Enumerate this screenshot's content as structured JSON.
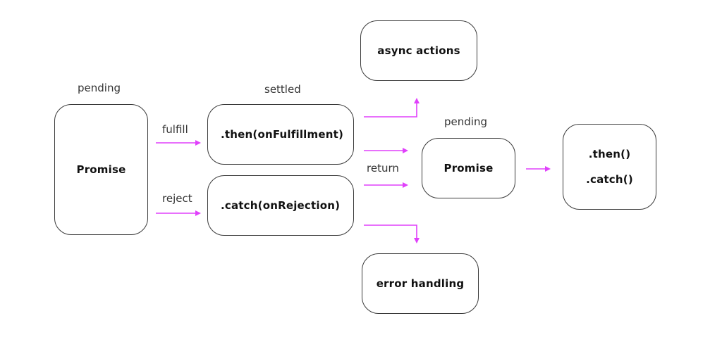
{
  "nodes": {
    "promise_start": "Promise",
    "then_handler": ".then(onFulfillment)",
    "catch_handler": ".catch(onRejection)",
    "async_actions": "async actions",
    "promise_returned": "Promise",
    "error_handling": "error handling",
    "next_then": ".then()",
    "next_catch": ".catch()"
  },
  "labels": {
    "pending_start": "pending",
    "settled": "settled",
    "fulfill": "fulfill",
    "reject": "reject",
    "return": "return",
    "pending_returned": "pending"
  },
  "colors": {
    "arrow": "#e040fb",
    "box_border": "#3a3a3a"
  }
}
